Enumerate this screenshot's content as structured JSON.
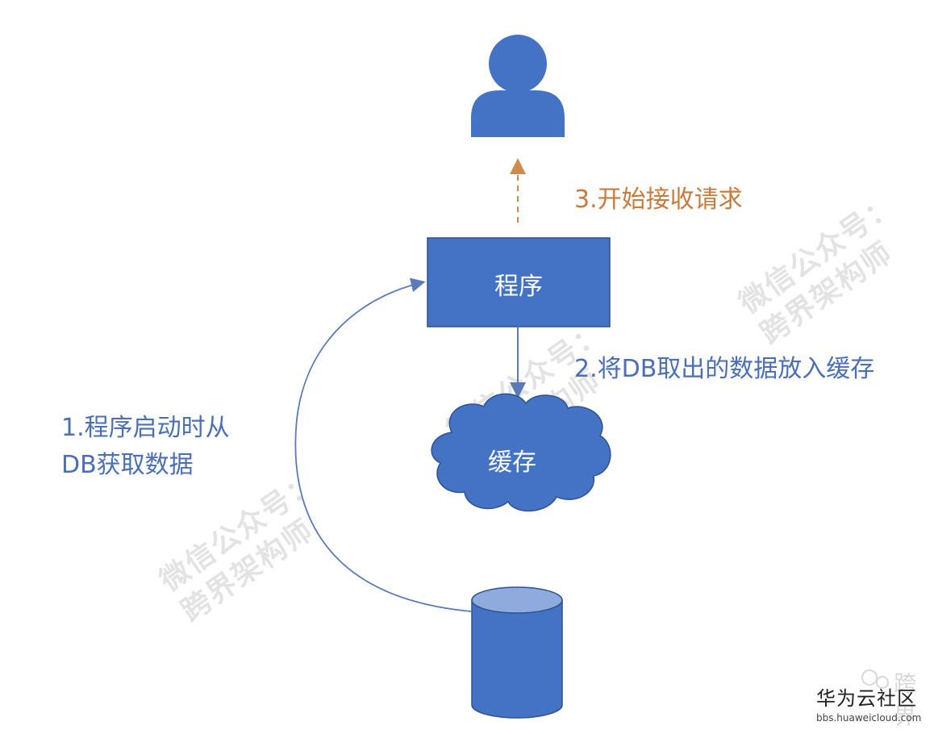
{
  "nodes": {
    "program": "程序",
    "cache": "缓存"
  },
  "steps": {
    "step1_line1": "1.程序启动时从",
    "step1_line2": "DB获取数据",
    "step2": "2.将DB取出的数据放入缓存",
    "step3": "3.开始接收请求"
  },
  "watermark": {
    "line1": "微信公众号：",
    "line2": "跨界架构师"
  },
  "corner_watermark": "跨界",
  "brand": {
    "name": "华为云社区",
    "url": "bbs.huaweicloud.com"
  },
  "colors": {
    "node_fill": "#4472c4",
    "node_stroke": "#2f528f",
    "arrow_blue": "#5b7bb8",
    "arrow_orange": "#d08a4c",
    "step2_text": "#4a6fb8",
    "step3_text": "#c97a3c",
    "watermark": "#e3e3e3"
  },
  "icons": [
    "user-icon",
    "database-icon",
    "cloud-icon"
  ]
}
